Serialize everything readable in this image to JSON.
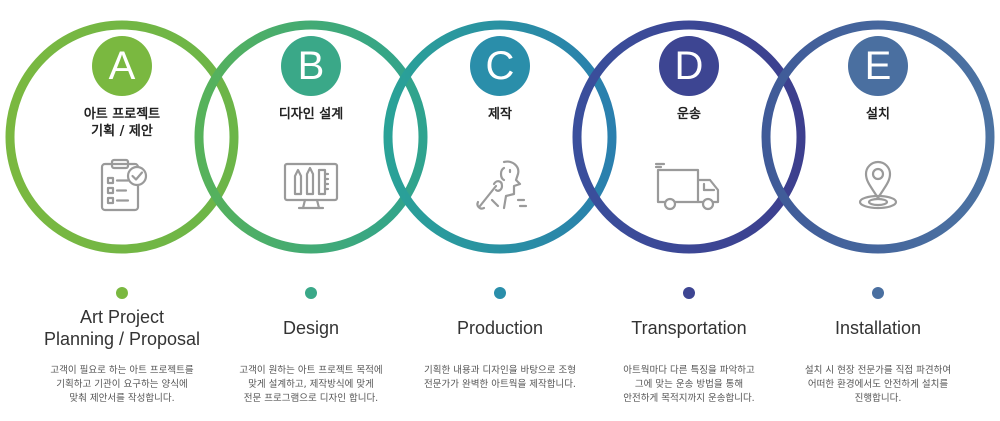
{
  "steps": [
    {
      "letter": "A",
      "color": "#7ab840",
      "ko_title_line1": "아트 프로젝트",
      "ko_title_line2": "기획 / 제안",
      "icon": "clipboard-checklist-icon",
      "en_title_line1": "Art Project",
      "en_title_line2": "Planning / Proposal",
      "desc_line1": "고객이 필요로 하는 아트 프로젝트를",
      "desc_line2": "기획하고 기관이 요구하는 양식에",
      "desc_line3": "맞춰 제안서를 작성합니다."
    },
    {
      "letter": "B",
      "color": "#3aa888",
      "ko_title_line1": "디자인 설계",
      "ko_title_line2": "",
      "icon": "monitor-design-tools-icon",
      "en_title_line1": "Design",
      "en_title_line2": "",
      "desc_line1": "고객이 원하는 아트 프로젝트 목적에",
      "desc_line2": "맞게 설계하고, 제작방식에 맞게",
      "desc_line3": "전문 프로그램으로 디자인 합니다."
    },
    {
      "letter": "C",
      "color": "#2a8eaa",
      "ko_title_line1": "제작",
      "ko_title_line2": "",
      "icon": "sculpting-hands-icon",
      "en_title_line1": "Production",
      "en_title_line2": "",
      "desc_line1": "기획한 내용과 디자인을 바탕으로 조형",
      "desc_line2": "전문가가 완벽한 아트웍을 제작합니다.",
      "desc_line3": ""
    },
    {
      "letter": "D",
      "color": "#3d4592",
      "ko_title_line1": "운송",
      "ko_title_line2": "",
      "icon": "delivery-truck-icon",
      "en_title_line1": "Transportation",
      "en_title_line2": "",
      "desc_line1": "아트웍마다 다른 특징을 파악하고",
      "desc_line2": "그에 맞는 운송 방법을 통해",
      "desc_line3": "안전하게 목적지까지 운송합니다."
    },
    {
      "letter": "E",
      "color": "#4a6fa0",
      "ko_title_line1": "설치",
      "ko_title_line2": "",
      "icon": "location-pin-icon",
      "en_title_line1": "Installation",
      "en_title_line2": "",
      "desc_line1": "설치 시 현장 전문가를 직접 파견하여",
      "desc_line2": "어떠한 환경에서도 안전하게 설치를",
      "desc_line3": "진행합니다."
    }
  ]
}
